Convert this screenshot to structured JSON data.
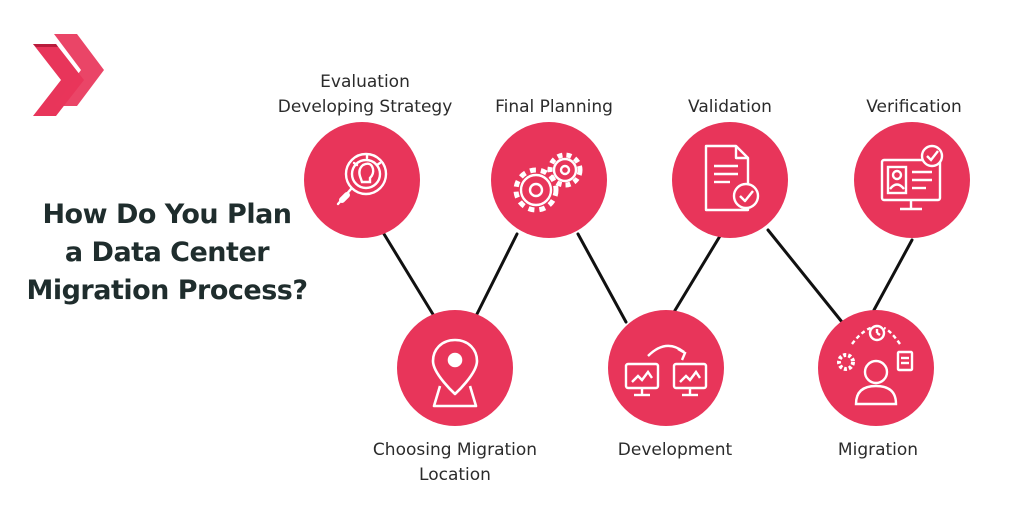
{
  "colors": {
    "accent": "#e8355a",
    "accent_dark": "#b81c3c",
    "connector": "#111111",
    "title_text": "#1f2d2d",
    "label_text": "#2b2b2b"
  },
  "logo": {
    "icon": "double-chevron-right-icon"
  },
  "title": {
    "line1": "How Do You Plan",
    "line2": "a Data Center",
    "line3": "Migration Process?"
  },
  "steps": [
    {
      "label_lines": [
        "Evaluation",
        "Developing Strategy"
      ],
      "icon": "magnifier-lightbulb-icon"
    },
    {
      "label_lines": [
        "Choosing Migration",
        "Location"
      ],
      "icon": "map-pin-icon"
    },
    {
      "label_lines": [
        "Final Planning"
      ],
      "icon": "gears-icon"
    },
    {
      "label_lines": [
        "Development"
      ],
      "icon": "monitor-transfer-icon"
    },
    {
      "label_lines": [
        "Validation"
      ],
      "icon": "document-check-icon"
    },
    {
      "label_lines": [
        "Migration"
      ],
      "icon": "person-process-icon"
    },
    {
      "label_lines": [
        "Verification"
      ],
      "icon": "monitor-verification-icon"
    }
  ]
}
